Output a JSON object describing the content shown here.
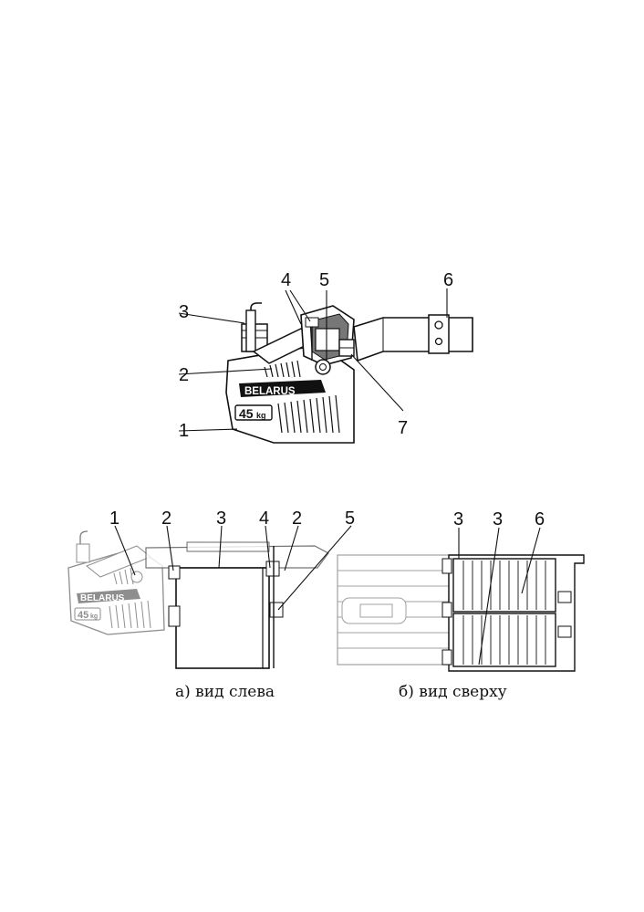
{
  "figure1": {
    "callouts": [
      "1",
      "2",
      "3",
      "4",
      "5",
      "6",
      "7"
    ],
    "brand": "BELARUS",
    "weight_number": "45",
    "weight_unit": "kg"
  },
  "figure2": {
    "left_view": {
      "callouts": [
        "1",
        "2",
        "3",
        "4",
        "2",
        "5"
      ],
      "brand": "BELARUS",
      "weight_number": "45",
      "weight_unit": "kg",
      "caption": "а) вид слева"
    },
    "top_view": {
      "callouts": [
        "3",
        "3",
        "6"
      ],
      "caption": "б) вид сверху"
    }
  }
}
